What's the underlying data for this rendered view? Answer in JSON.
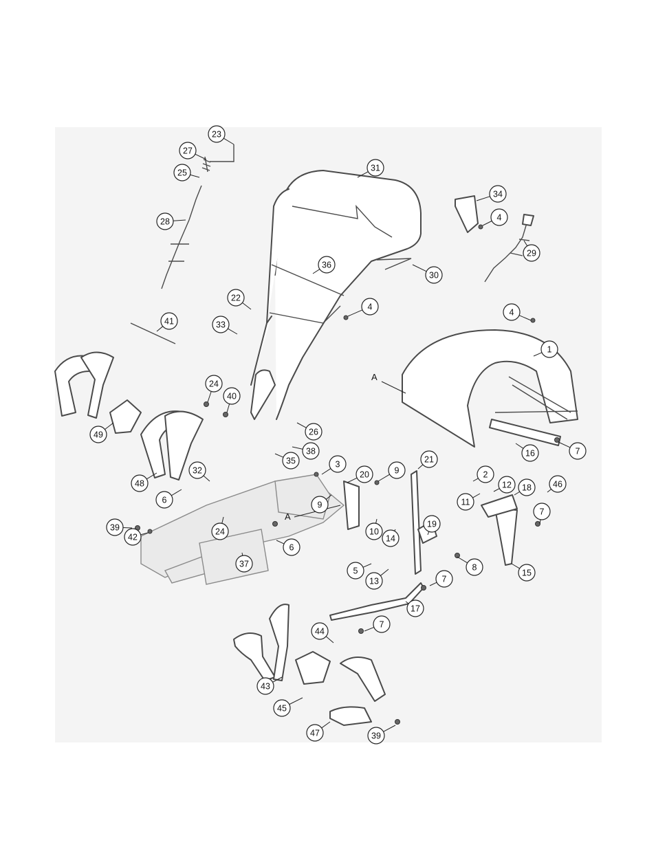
{
  "diagram": {
    "reference_label_a": "A",
    "callout_labels": [
      "23",
      "27",
      "25",
      "28",
      "31",
      "34",
      "4",
      "29",
      "30",
      "36",
      "4",
      "22",
      "41",
      "33",
      "4",
      "1",
      "24",
      "40",
      "26",
      "49",
      "48",
      "38",
      "35",
      "16",
      "7",
      "3",
      "20",
      "9",
      "21",
      "32",
      "2",
      "12",
      "18",
      "46",
      "6",
      "9",
      "11",
      "7",
      "39",
      "24",
      "10",
      "42",
      "14",
      "19",
      "6",
      "15",
      "37",
      "5",
      "13",
      "8",
      "7",
      "17",
      "7",
      "44",
      "43",
      "45",
      "47",
      "39"
    ]
  }
}
